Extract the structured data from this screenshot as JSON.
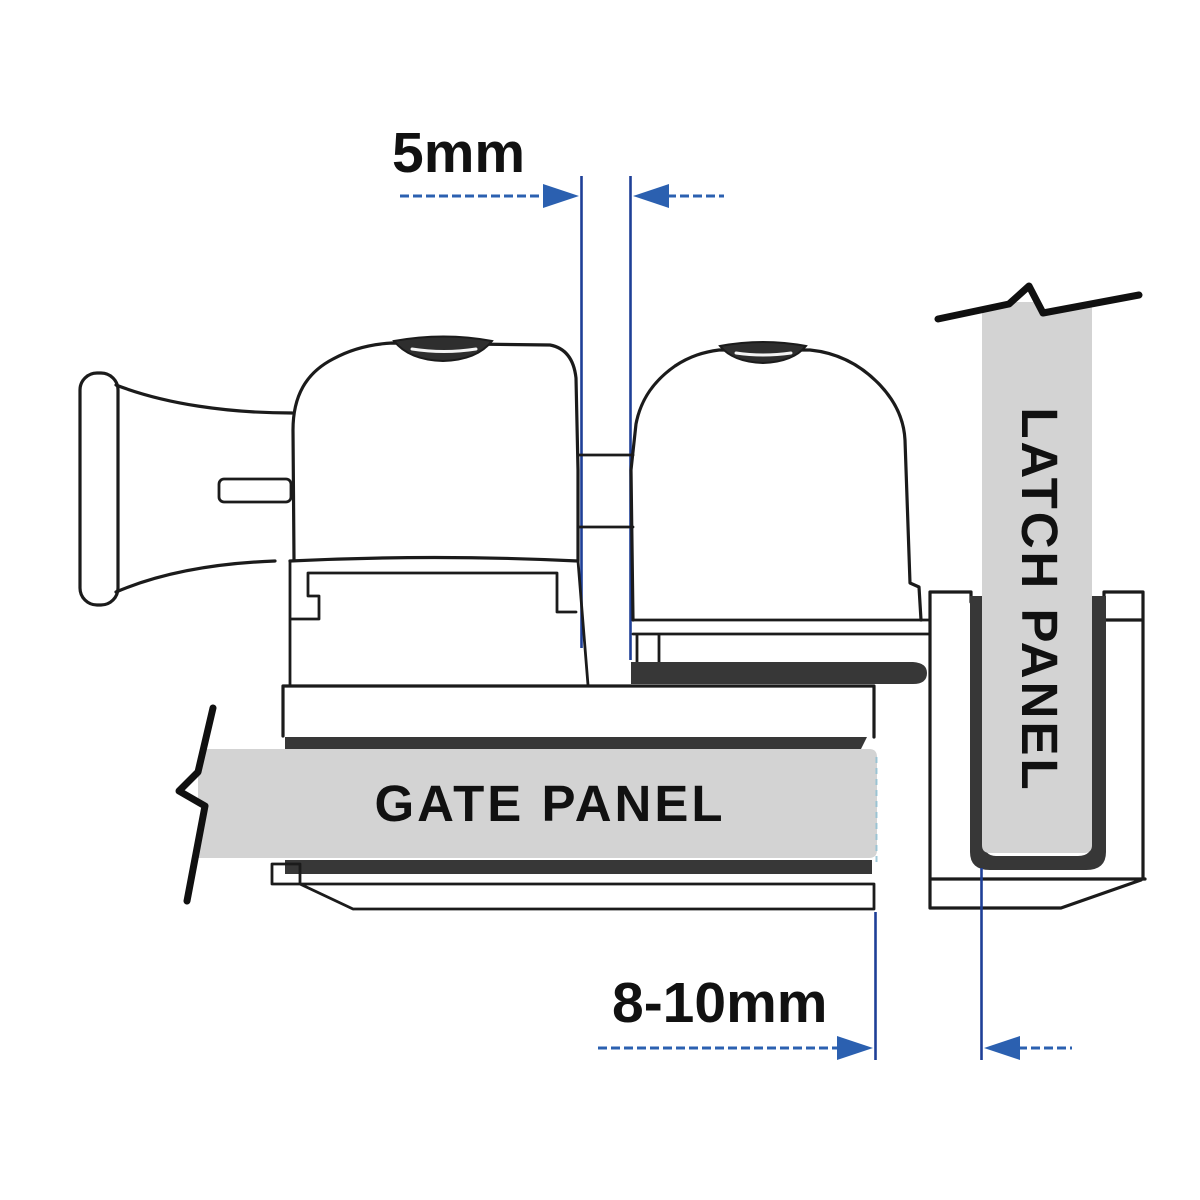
{
  "dimensions": {
    "top_gap_label": "5mm",
    "bottom_gap_label": "8-10mm"
  },
  "panels": {
    "gate_label": "GATE PANEL",
    "latch_label": "LATCH PANEL"
  },
  "colors": {
    "dimension_blue": "#2b60b0",
    "extension_navy": "#1e3f97",
    "panel_gray": "#d3d3d3",
    "gasket_dark": "#373737",
    "outline_black": "#1b1b1b",
    "background": "#ffffff"
  }
}
